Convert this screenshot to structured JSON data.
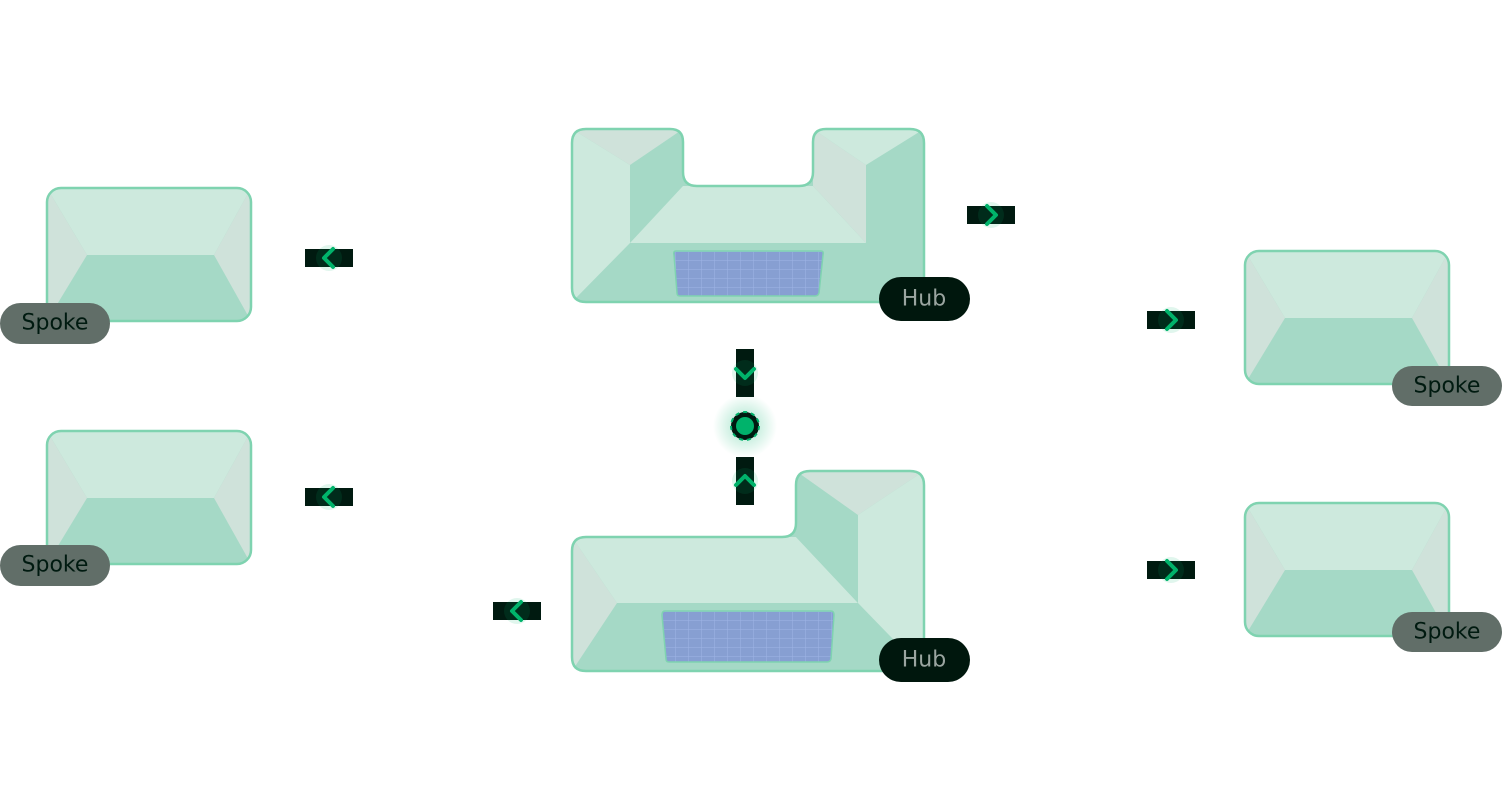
{
  "labels": {
    "spoke": "Spoke",
    "hub": "Hub"
  },
  "nodes": {
    "hubs": [
      {
        "label": "Hub"
      },
      {
        "label": "Hub"
      }
    ],
    "spokes": [
      {
        "label": "Spoke"
      },
      {
        "label": "Spoke"
      },
      {
        "label": "Spoke"
      },
      {
        "label": "Spoke"
      }
    ]
  },
  "colors": {
    "face_light": "#cde9dd",
    "face_mid": "#a5d9c6",
    "face_side": "#cfe2da",
    "outline": "#7fd3b0",
    "screen": "#879fd2",
    "connector": "#001a10",
    "accent": "#00b36b",
    "hub_badge_bg": "#00170d",
    "hub_badge_text": "#9aa5a0",
    "spoke_badge_bg": "#616e68",
    "spoke_badge_text": "#001a10"
  }
}
